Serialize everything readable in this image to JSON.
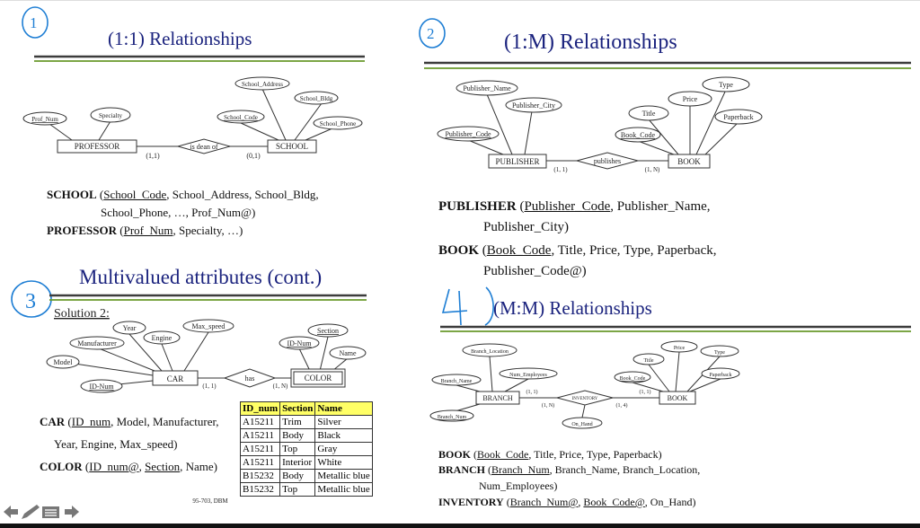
{
  "panel1": {
    "marker": "1",
    "title": "(1:1) Relationships",
    "entities": [
      "PROFESSOR",
      "SCHOOL"
    ],
    "relationship": "is dean of",
    "cardinalities": [
      "(1,1)",
      "(0,1)"
    ],
    "attributes": [
      "School_Address",
      "School_Bldg",
      "Specialty",
      "Prof_Num",
      "School_Code",
      "School_Phone"
    ],
    "schema": {
      "line1_entity": "SCHOOL",
      "line1_key": "School_Code",
      "line1_rest": ", School_Address, School_Bldg,",
      "line2": "School_Phone, …, Prof_Num@)",
      "line3_entity": "PROFESSOR",
      "line3_key": "Prof_Num",
      "line3_rest": ", Specialty, …)"
    }
  },
  "panel2": {
    "marker": "2",
    "title": "(1:M) Relationships",
    "entities": [
      "PUBLISHER",
      "BOOK"
    ],
    "relationship": "publishes",
    "cardinalities": [
      "(1, 1)",
      "(1, N)"
    ],
    "attributes": [
      "Publisher_Name",
      "Publisher_City",
      "Publisher_Code",
      "Type",
      "Price",
      "Title",
      "Paperback",
      "Book_Code"
    ],
    "schema": {
      "line1_entity": "PUBLISHER",
      "line1_key": "Publisher_Code",
      "line1_rest": ", Publisher_Name,",
      "line2": "Publisher_City)",
      "line3_entity": "BOOK",
      "line3_key": "Book_Code",
      "line3_rest": ", Title, Price, Type, Paperback,",
      "line4": "Publisher_Code@)"
    }
  },
  "panel3": {
    "marker": "3",
    "title": "Multivalued attributes (cont.)",
    "subtitle": "Solution 2:",
    "entities": [
      "CAR",
      "COLOR"
    ],
    "relationship": "has",
    "cardinalities": [
      "(1, 1)",
      "(1, N)"
    ],
    "attributes": [
      "Year",
      "Max_speed",
      "Engine",
      "Manufacturer",
      "Model",
      "ID-Num",
      "Section",
      "ID-Num",
      "Name"
    ],
    "schema": {
      "line1_entity": "CAR",
      "line1_key": "ID_num",
      "line1_rest": ", Model, Manufacturer,",
      "line2": "Year, Engine, Max_speed)",
      "line3_entity": "COLOR",
      "line3_key1": "ID_num@",
      "line3_key2": "Section",
      "line3_rest": ", Name)"
    },
    "table": {
      "headers": [
        "ID_num",
        "Section",
        "Name"
      ],
      "rows": [
        [
          "A15211",
          "Trim",
          "Silver"
        ],
        [
          "A15211",
          "Body",
          "Black"
        ],
        [
          "A15211",
          "Top",
          "Gray"
        ],
        [
          "A15211",
          "Interior",
          "White"
        ],
        [
          "B15232",
          "Body",
          "Metallic blue"
        ],
        [
          "B15232",
          "Top",
          "Metallic blue"
        ]
      ]
    },
    "footnote": "95-703, DBM"
  },
  "panel4": {
    "marker": "4",
    "title": "(M:M) Relationships",
    "entities": [
      "BRANCH",
      "BOOK"
    ],
    "relationship": "INVENTORY",
    "cardinalities": [
      "(1, 1)",
      "(1, N)",
      "(1, 1)",
      "(1, 4)"
    ],
    "attributes": [
      "Branch_Location",
      "Num_Employees",
      "Branch_Name",
      "Branch_Num",
      "On_Hand",
      "Price",
      "Type",
      "Title",
      "Book_Code",
      "Paperback"
    ],
    "schema": {
      "line1_entity": "BOOK",
      "line1_key": "Book_Code",
      "line1_rest": ", Title, Price, Type, Paperback)",
      "line2_entity": "BRANCH",
      "line2_key": "Branch_Num",
      "line2_rest": ", Branch_Name, Branch_Location,",
      "line3": "Num_Employees)",
      "line4_entity": "INVENTORY",
      "line4_key1": "Branch_Num@",
      "line4_key2": "Book_Code@",
      "line4_rest": ", On_Hand)"
    }
  },
  "toolbar": {
    "icons": [
      "pen-icon",
      "toolbar-menu-icon",
      "arrow-left-icon",
      "arrow-right-icon"
    ]
  },
  "colors": {
    "title": "#1b237e",
    "highlight": "#ffff66",
    "annotation": "#1e7ed4",
    "rule_green": "#6a9a2c"
  }
}
